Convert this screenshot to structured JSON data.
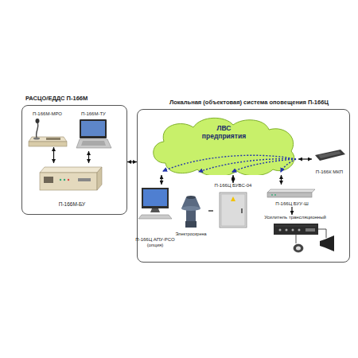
{
  "diagram": {
    "nodes": [
      {
        "text": [
          "РАСЦО/ЕДДС П-166М"
        ]
      },
      {
        "text": [
          "П-166М-МРО"
        ],
        "in": 0
      },
      {
        "text": [
          "П-166М-ТУ"
        ],
        "in": 0
      },
      {
        "text": [
          "П-166М-БУ"
        ],
        "in": 0
      },
      {
        "text": [
          "Локальная (объектовая) система оповещения П-166Ц"
        ]
      },
      {
        "text": [
          "ЛВС предприятия"
        ],
        "in": 4
      },
      {
        "text": [
          "П-166К МКП"
        ],
        "in": 4
      },
      {
        "text": [
          "П-166Ц АПУ-РСО (опция)"
        ],
        "in": 4
      },
      {
        "text": [
          "Электросирена"
        ],
        "in": 4
      },
      {
        "text": [
          "П-166Ц БУВС-04"
        ],
        "in": 4
      },
      {
        "text": [
          "П-166Ц БУУ-Ш"
        ],
        "in": 4
      },
      {
        "text": [
          "Усилитель трансляционный"
        ],
        "in": 4
      }
    ],
    "edges": [
      {
        "from": 0,
        "to": 4,
        "arrow": "both"
      },
      {
        "from": 1,
        "to": 3,
        "arrow": "both"
      },
      {
        "from": 2,
        "to": 3,
        "arrow": "both"
      },
      {
        "from": 5,
        "to": 6,
        "arrow": "both"
      },
      {
        "from": 5,
        "to": 7,
        "arrow": "both"
      },
      {
        "from": 5,
        "to": 9,
        "arrow": "both"
      },
      {
        "from": 5,
        "to": 10,
        "arrow": "both"
      },
      {
        "from": 8,
        "to": 9,
        "arrow": "none"
      },
      {
        "from": 10,
        "to": 11,
        "arrow": "to"
      }
    ]
  }
}
